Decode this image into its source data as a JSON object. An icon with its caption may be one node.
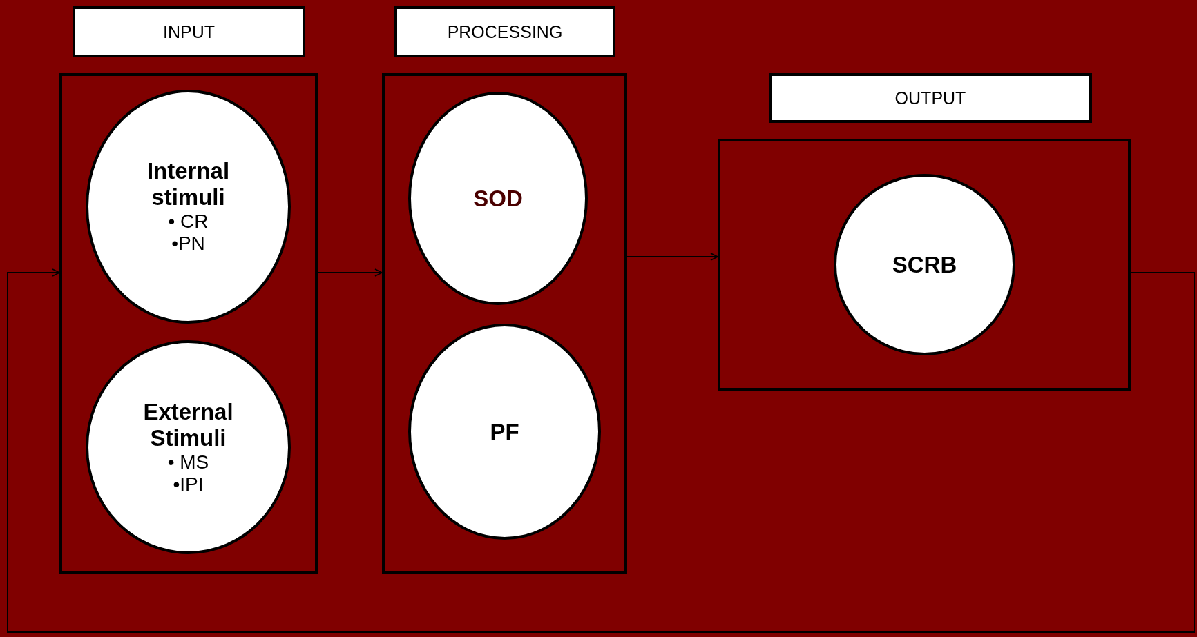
{
  "diagram": {
    "nodes": [
      {
        "text": [
          "INPUT"
        ]
      },
      {
        "text": [],
        "shape": "box"
      },
      {
        "text": [
          "Internal stimuli",
          "• CR",
          "•PN"
        ],
        "in": 1
      },
      {
        "text": [
          "External Stimuli",
          "• MS",
          "•IPI"
        ],
        "in": 1
      },
      {
        "text": [
          "PROCESSING"
        ]
      },
      {
        "text": [],
        "shape": "box"
      },
      {
        "text": [
          "SOD"
        ],
        "in": 5
      },
      {
        "text": [
          "PF"
        ],
        "in": 5
      },
      {
        "text": [
          "OUTPUT"
        ]
      },
      {
        "text": [],
        "shape": "box"
      },
      {
        "text": [
          "SCRB"
        ],
        "in": 9
      }
    ],
    "edges": [
      {
        "from": 1,
        "to": 5,
        "arrow": "to"
      },
      {
        "from": 5,
        "to": 9,
        "arrow": "to"
      },
      {
        "from": 9,
        "to": 1,
        "arrow": "to"
      }
    ]
  }
}
